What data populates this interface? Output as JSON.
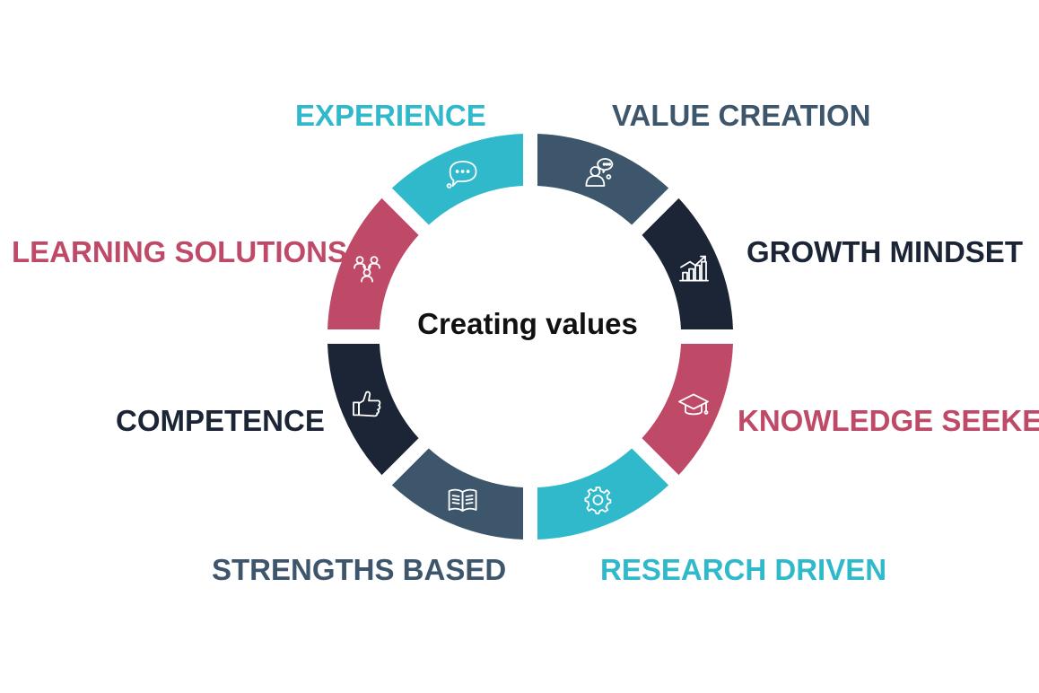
{
  "diagram": {
    "center_title": "Creating values",
    "colors": {
      "teal": "#2fb9cb",
      "slate": "#3e566b",
      "navy": "#1b2536",
      "rose": "#bf4a68"
    },
    "segments": [
      {
        "label": "VALUE CREATION",
        "color": "#3e566b",
        "icon": "person-thought-icon"
      },
      {
        "label": "GROWTH MINDSET",
        "color": "#1b2536",
        "icon": "growth-chart-icon"
      },
      {
        "label": "KNOWLEDGE SEEKER",
        "color": "#bf4a68",
        "icon": "graduation-cap-icon"
      },
      {
        "label": "RESEARCH DRIVEN",
        "color": "#2fb9cb",
        "icon": "gear-icon"
      },
      {
        "label": "STRENGTHS BASED",
        "color": "#3e566b",
        "icon": "open-book-icon"
      },
      {
        "label": "COMPETENCE",
        "color": "#1b2536",
        "icon": "thumbs-up-icon"
      },
      {
        "label": "LEARNING SOLUTIONS",
        "color": "#bf4a68",
        "icon": "team-network-icon"
      },
      {
        "label": "EXPERIENCE",
        "color": "#2fb9cb",
        "icon": "speech-bubble-icon"
      }
    ]
  }
}
